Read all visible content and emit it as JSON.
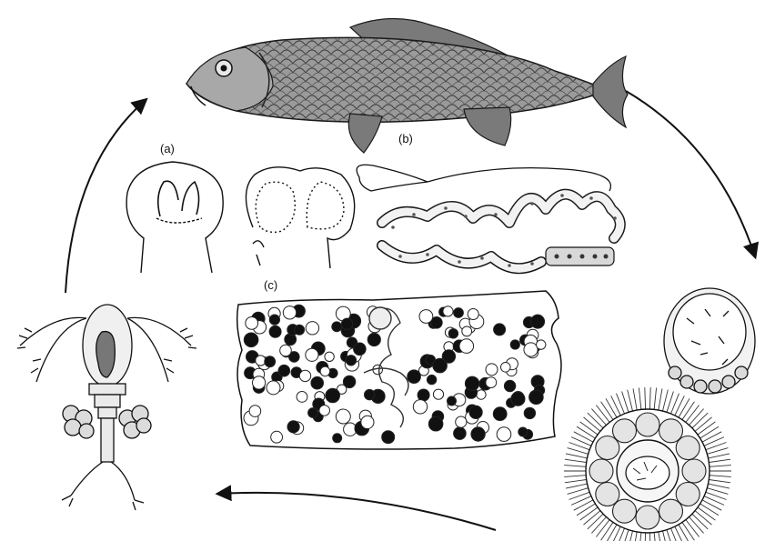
{
  "labels": {
    "a": "(a)",
    "b": "(b)",
    "c": "(c)"
  },
  "colors": {
    "ink": "#1a1a1a",
    "fish_fill": "#8d8d8d",
    "light_fill": "#e6e6e6",
    "background": "#ffffff"
  }
}
